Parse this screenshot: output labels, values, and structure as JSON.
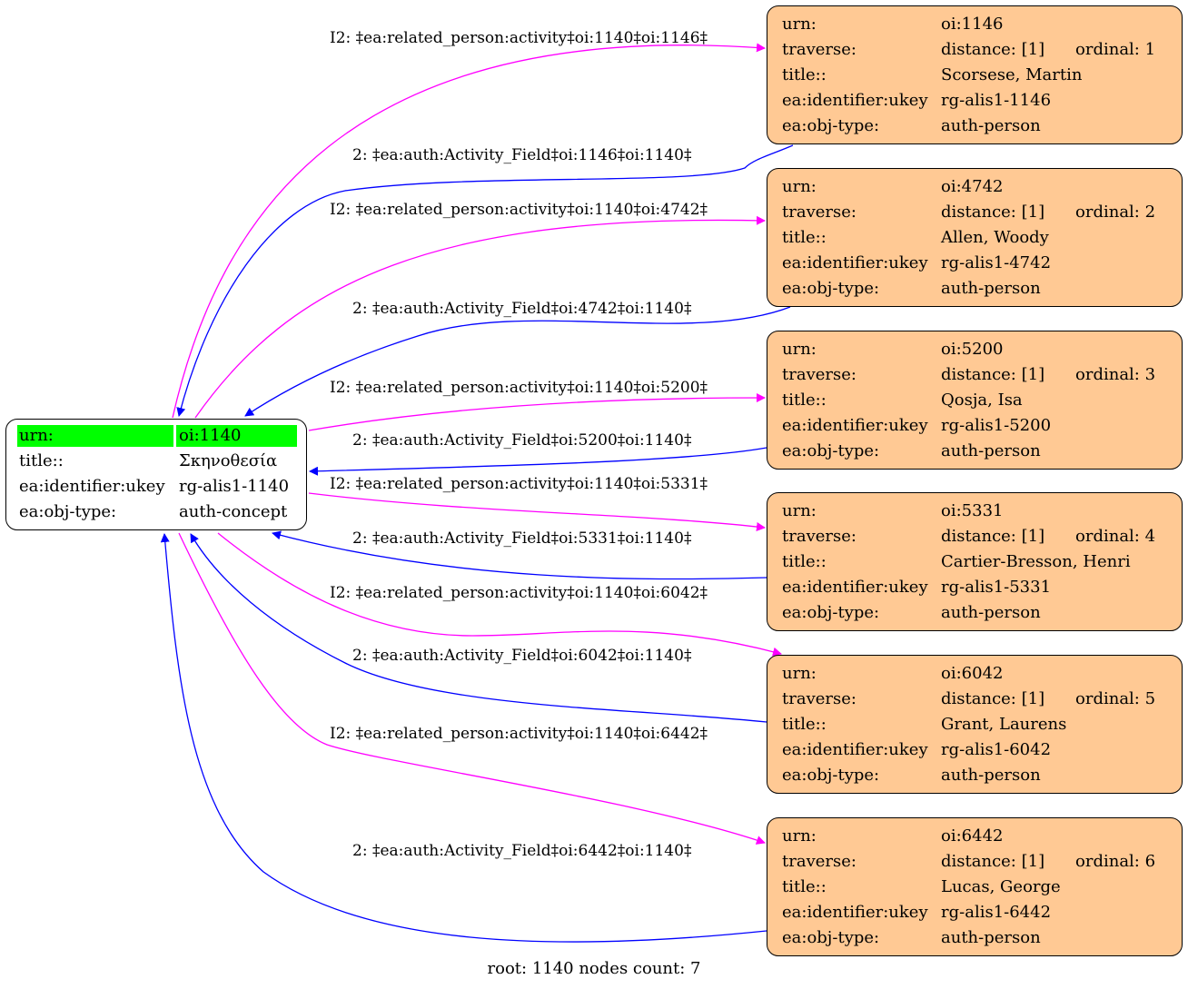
{
  "root": {
    "rows": [
      {
        "key": "urn:",
        "value": "oi:1140"
      },
      {
        "key": "title::",
        "value": "Σκηνοθεσία"
      },
      {
        "key": "ea:identifier:ukey",
        "value": "rg-alis1-1140"
      },
      {
        "key": "ea:obj-type:",
        "value": "auth-concept"
      }
    ]
  },
  "nodes": [
    {
      "urn": "oi:1146",
      "distance": "distance: [1]",
      "ordinal": "ordinal: 1",
      "title": "Scorsese, Martin",
      "ukey": "rg-alis1-1146",
      "type": "auth-person"
    },
    {
      "urn": "oi:4742",
      "distance": "distance: [1]",
      "ordinal": "ordinal: 2",
      "title": "Allen, Woody",
      "ukey": "rg-alis1-4742",
      "type": "auth-person"
    },
    {
      "urn": "oi:5200",
      "distance": "distance: [1]",
      "ordinal": "ordinal: 3",
      "title": "Qosja, Isa",
      "ukey": "rg-alis1-5200",
      "type": "auth-person"
    },
    {
      "urn": "oi:5331",
      "distance": "distance: [1]",
      "ordinal": "ordinal: 4",
      "title": "Cartier-Bresson, Henri",
      "ukey": "rg-alis1-5331",
      "type": "auth-person"
    },
    {
      "urn": "oi:6042",
      "distance": "distance: [1]",
      "ordinal": "ordinal: 5",
      "title": "Grant, Laurens",
      "ukey": "rg-alis1-6042",
      "type": "auth-person"
    },
    {
      "urn": "oi:6442",
      "distance": "distance: [1]",
      "ordinal": "ordinal: 6",
      "title": "Lucas, George",
      "ukey": "rg-alis1-6442",
      "type": "auth-person"
    }
  ],
  "node_keys": {
    "urn": "urn:",
    "traverse": "traverse:",
    "title": "title::",
    "ukey": "ea:identifier:ukey",
    "type": "ea:obj-type:"
  },
  "edge_labels": {
    "out": [
      "I2: ‡ea:related_person:activity‡oi:1140‡oi:1146‡",
      "I2: ‡ea:related_person:activity‡oi:1140‡oi:4742‡",
      "I2: ‡ea:related_person:activity‡oi:1140‡oi:5200‡",
      "I2: ‡ea:related_person:activity‡oi:1140‡oi:5331‡",
      "I2: ‡ea:related_person:activity‡oi:1140‡oi:6042‡",
      "I2: ‡ea:related_person:activity‡oi:1140‡oi:6442‡"
    ],
    "in": [
      "2: ‡ea:auth:Activity_Field‡oi:1146‡oi:1140‡",
      "2: ‡ea:auth:Activity_Field‡oi:4742‡oi:1140‡",
      "2: ‡ea:auth:Activity_Field‡oi:5200‡oi:1140‡",
      "2: ‡ea:auth:Activity_Field‡oi:5331‡oi:1140‡",
      "2: ‡ea:auth:Activity_Field‡oi:6042‡oi:1140‡",
      "2: ‡ea:auth:Activity_Field‡oi:6442‡oi:1140‡"
    ]
  },
  "colors": {
    "out_edge": "#ff00ff",
    "in_edge": "#0000ff",
    "node_fill": "#ffc994",
    "root_highlight": "#00ff00"
  },
  "footer": "root: 1140 nodes count: 7"
}
